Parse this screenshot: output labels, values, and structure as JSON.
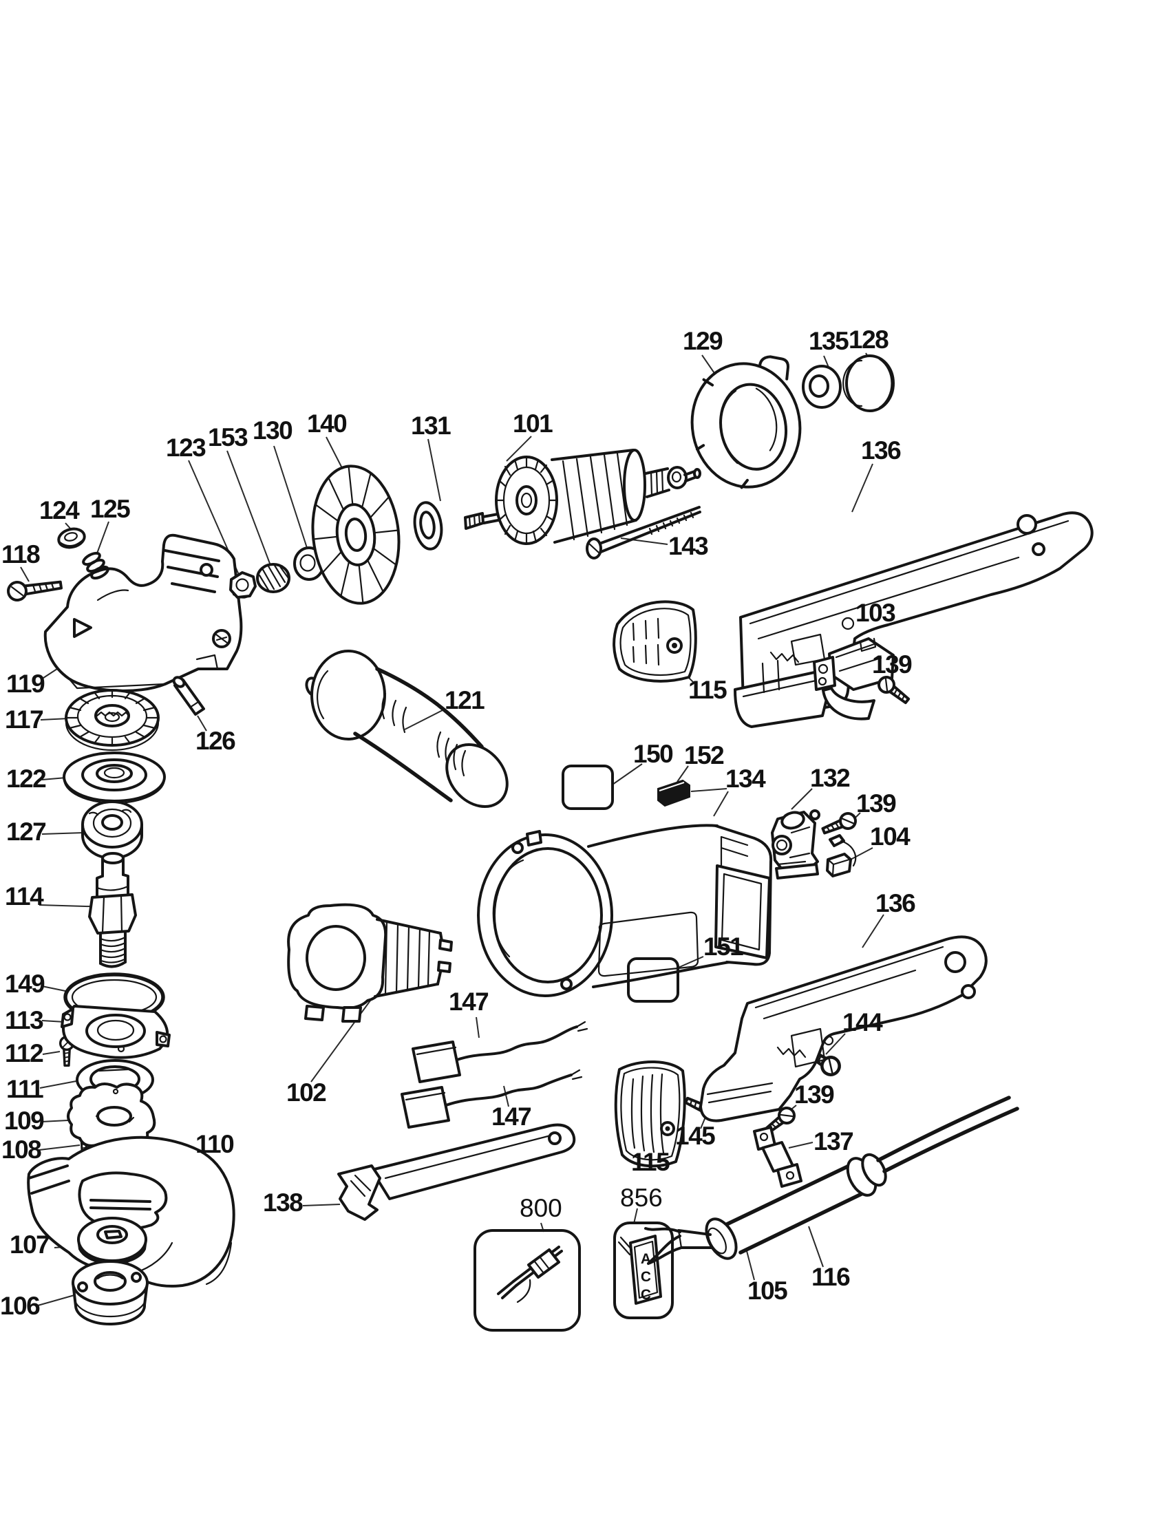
{
  "diagram": {
    "figure_type": "exploded-parts-diagram",
    "acc_text": "ACC",
    "callouts": [
      {
        "ref": "129"
      },
      {
        "ref": "135"
      },
      {
        "ref": "128"
      },
      {
        "ref": "136"
      },
      {
        "ref": "101"
      },
      {
        "ref": "131"
      },
      {
        "ref": "140"
      },
      {
        "ref": "130"
      },
      {
        "ref": "153"
      },
      {
        "ref": "123"
      },
      {
        "ref": "124"
      },
      {
        "ref": "125"
      },
      {
        "ref": "118"
      },
      {
        "ref": "143"
      },
      {
        "ref": "119"
      },
      {
        "ref": "117"
      },
      {
        "ref": "126"
      },
      {
        "ref": "121"
      },
      {
        "ref": "115"
      },
      {
        "ref": "103"
      },
      {
        "ref": "139"
      },
      {
        "ref": "122"
      },
      {
        "ref": "127"
      },
      {
        "ref": "150"
      },
      {
        "ref": "152"
      },
      {
        "ref": "134"
      },
      {
        "ref": "132"
      },
      {
        "ref": "139"
      },
      {
        "ref": "104"
      },
      {
        "ref": "114"
      },
      {
        "ref": "136"
      },
      {
        "ref": "149"
      },
      {
        "ref": "113"
      },
      {
        "ref": "151"
      },
      {
        "ref": "112"
      },
      {
        "ref": "102"
      },
      {
        "ref": "147"
      },
      {
        "ref": "111"
      },
      {
        "ref": "109"
      },
      {
        "ref": "108"
      },
      {
        "ref": "110"
      },
      {
        "ref": "144"
      },
      {
        "ref": "147"
      },
      {
        "ref": "115"
      },
      {
        "ref": "145"
      },
      {
        "ref": "139"
      },
      {
        "ref": "137"
      },
      {
        "ref": "138"
      },
      {
        "ref": "107"
      },
      {
        "ref": "106"
      },
      {
        "ref": "800"
      },
      {
        "ref": "856"
      },
      {
        "ref": "105"
      },
      {
        "ref": "116"
      }
    ]
  }
}
